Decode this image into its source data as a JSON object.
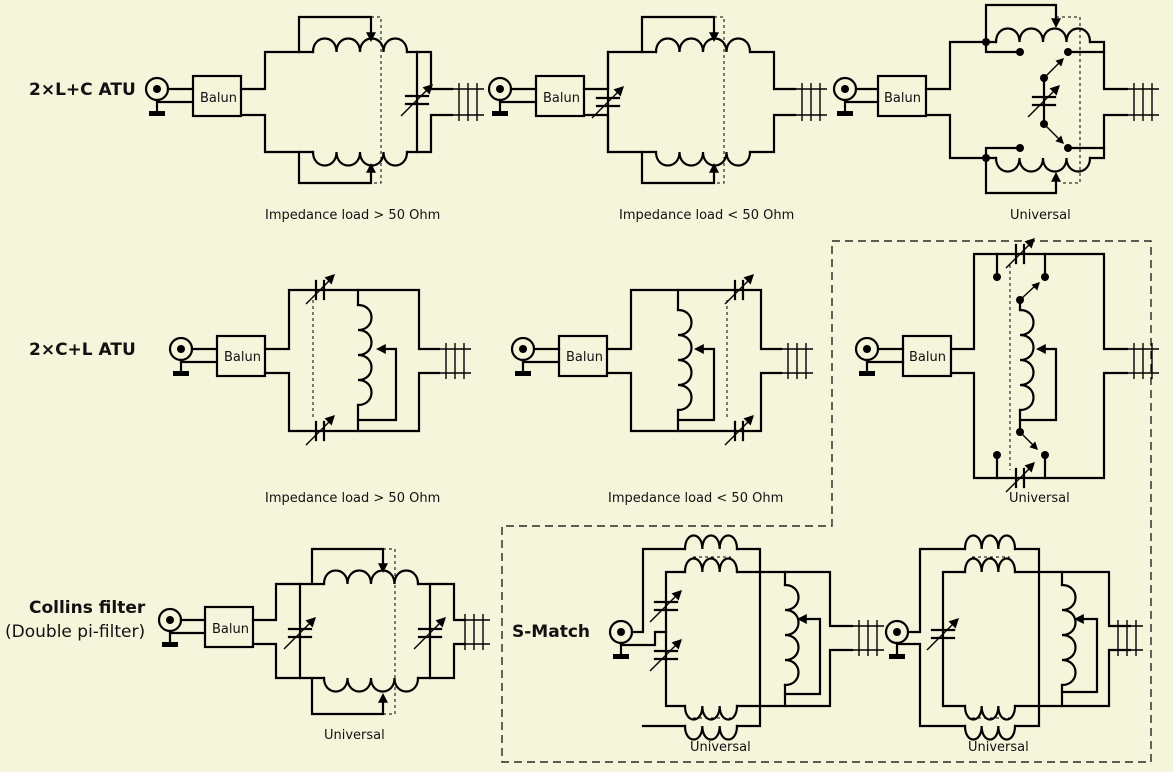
{
  "colors": {
    "background": "#f5f5dc",
    "ink": "#000000"
  },
  "rows": [
    {
      "title": "2×L+C ATU",
      "circuits": [
        {
          "id": "lc-high",
          "caption": "Impedance load > 50 Ohm",
          "balun": "Balun"
        },
        {
          "id": "lc-low",
          "caption": "Impedance load < 50 Ohm",
          "balun": "Balun"
        },
        {
          "id": "lc-universal",
          "caption": "Universal",
          "balun": "Balun"
        }
      ]
    },
    {
      "title": "2×C+L ATU",
      "circuits": [
        {
          "id": "cl-high",
          "caption": "Impedance load > 50 Ohm",
          "balun": "Balun"
        },
        {
          "id": "cl-low",
          "caption": "Impedance load < 50 Ohm",
          "balun": "Balun"
        },
        {
          "id": "cl-universal",
          "caption": "Universal",
          "balun": "Balun"
        }
      ]
    },
    {
      "title": "Collins filter",
      "subtitle": "(Double pi-filter)",
      "circuits": [
        {
          "id": "collins-universal",
          "caption": "Universal",
          "balun": "Balun"
        }
      ]
    }
  ],
  "smatch": {
    "title": "S-Match",
    "circuits": [
      {
        "id": "smatch-two-cap",
        "caption": "Universal"
      },
      {
        "id": "smatch-one-cap",
        "caption": "Universal"
      }
    ]
  }
}
